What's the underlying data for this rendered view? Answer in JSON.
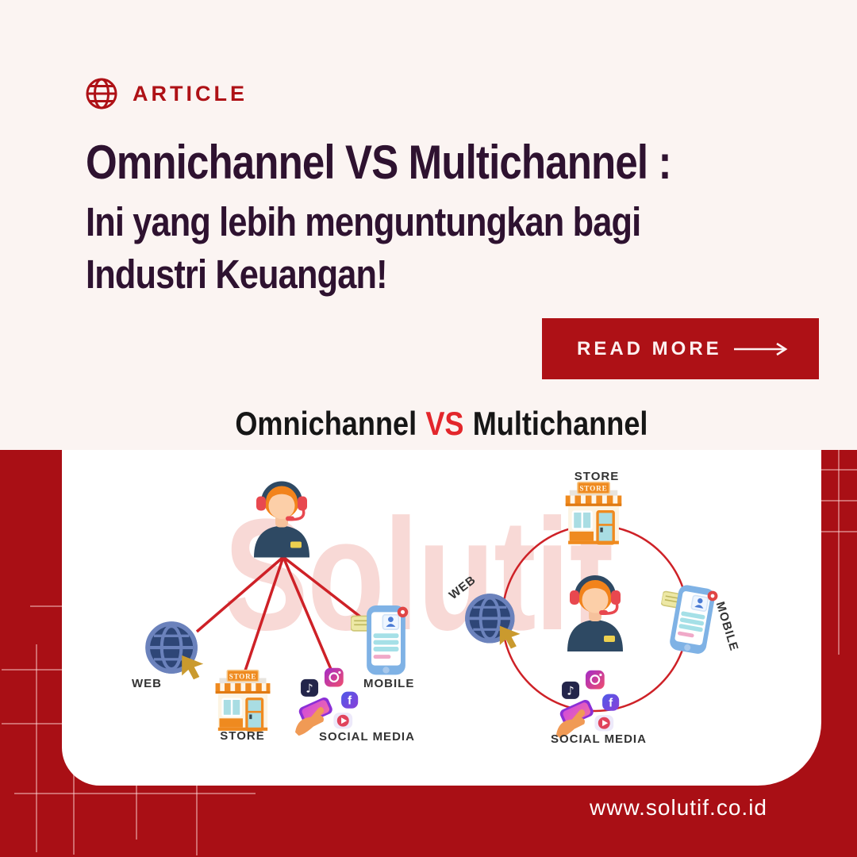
{
  "header": {
    "eyebrow": "ARTICLE",
    "title_line1": "Omnichannel VS Multichannel :",
    "title_line2": "Ini yang lebih menguntungkan bagi",
    "title_line3": "Industri Keuangan!",
    "read_more": "READ MORE"
  },
  "diagram": {
    "heading": {
      "left": "Omnichannel",
      "vs": "VS",
      "right": "Multichannel"
    },
    "store_sign": "STORE",
    "multichannel": {
      "web": "WEB",
      "store": "STORE",
      "social_media": "SOCIAL MEDIA",
      "mobile": "MOBILE"
    },
    "omnichannel": {
      "web": "WEB",
      "store": "STORE",
      "social_media": "SOCIAL MEDIA",
      "mobile": "MOBILE"
    }
  },
  "watermark": "Solutif",
  "footer": {
    "url": "www.solutif.co.id"
  },
  "colors": {
    "brand_red": "#AE1116",
    "frame_red": "#A90F15",
    "connection_red": "#CE2127",
    "vs_red": "#E3262B",
    "title_purple": "#2E1230",
    "heading_black": "#161616",
    "label_gray": "#333333",
    "watermark_pink": "#F8D9D6",
    "page_bg": "#FBF4F2",
    "card_white": "#FFFFFF"
  }
}
